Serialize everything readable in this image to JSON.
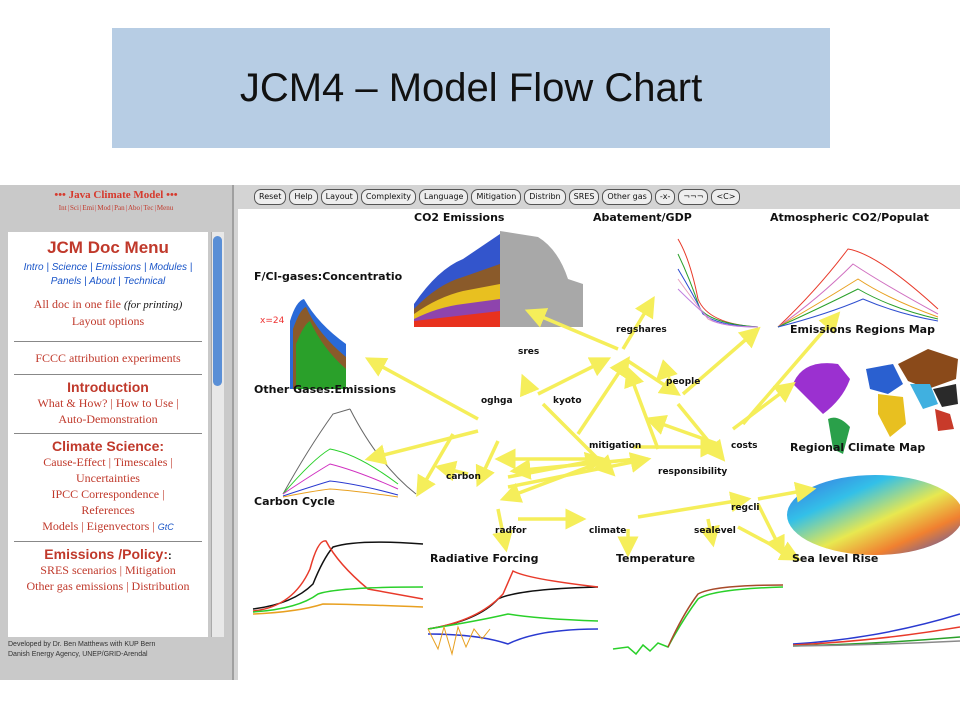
{
  "slide": {
    "title": "JCM4 – Model Flow Chart"
  },
  "doc_panel": {
    "header": "••• Java Climate Model •••",
    "top_links": [
      "Int",
      "Sci",
      "Emi",
      "Mod",
      "Pan",
      "Abo",
      "Tec",
      "Menu"
    ],
    "menu_title": "JCM Doc Menu",
    "menu_links_1": "Intro | Science | Emissions | Modules |",
    "menu_links_2": "Panels | About | Technical",
    "all_doc": "All doc in one file",
    "all_doc_suffix": "(for printing)",
    "layout_options": "Layout options",
    "fccc": "FCCC attribution experiments",
    "intro_title": "Introduction",
    "intro_links": "What & How? | How to Use |",
    "intro_demo": "Auto-Demonstration",
    "climate_title": "Climate Science:",
    "climate_1": "Cause-Effect | Timescales |",
    "climate_2": "Uncertainties",
    "climate_3": "IPCC Correspondence |",
    "climate_4": "References",
    "climate_5": "Models | Eigenvectors |",
    "climate_5_suffix": "GtC",
    "emissions_title": "Emissions /Policy:",
    "emissions_title_suffix": ":",
    "emissions_1": "SRES scenarios | Mitigation",
    "emissions_2": "Other gas emissions | Distribution",
    "credit_1": "Developed by Dr. Ben Matthews with KUP Bern",
    "credit_2": "Danish Energy Agency, UNEP/GRID-Arendal"
  },
  "toolbar": [
    "Reset",
    "Help",
    "Layout",
    "Complexity",
    "Language",
    "Mitigation",
    "Distribn",
    "SRES",
    "Other gas",
    "-x-",
    "¬¬¬",
    "<C>"
  ],
  "panels": {
    "co2_emissions": "CO2 Emissions",
    "abatement": "Abatement/GDP",
    "atmos": "Atmospheric CO2/Populat",
    "fcl": "F/Cl-gases:Concentratio",
    "x_marker": "x=24",
    "other_gases": "Other Gases:Emissions",
    "emission_regions": "Emissions Regions Map",
    "regional_climate": "Regional Climate Map",
    "carbon_cycle": "Carbon Cycle",
    "radiative": "Radiative Forcing",
    "temperature": "Temperature",
    "sea_level": "Sea level Rise"
  },
  "nodes": {
    "sres": "sres",
    "regshares": "regshares",
    "people": "people",
    "oghga": "oghga",
    "kyoto": "kyoto",
    "mitigation": "mitigation",
    "costs": "costs",
    "carbon": "carbon",
    "responsibility": "responsibility",
    "regcli": "regcli",
    "radfor": "radfor",
    "climate": "climate",
    "sealevel": "sealevel"
  },
  "colors": {
    "title_bg": "#b7cde4",
    "arrow": "#f5ee5a",
    "doc_red": "#c0392b",
    "doc_blue": "#1a55c8",
    "scroll_thumb": "#5a8fd6"
  }
}
